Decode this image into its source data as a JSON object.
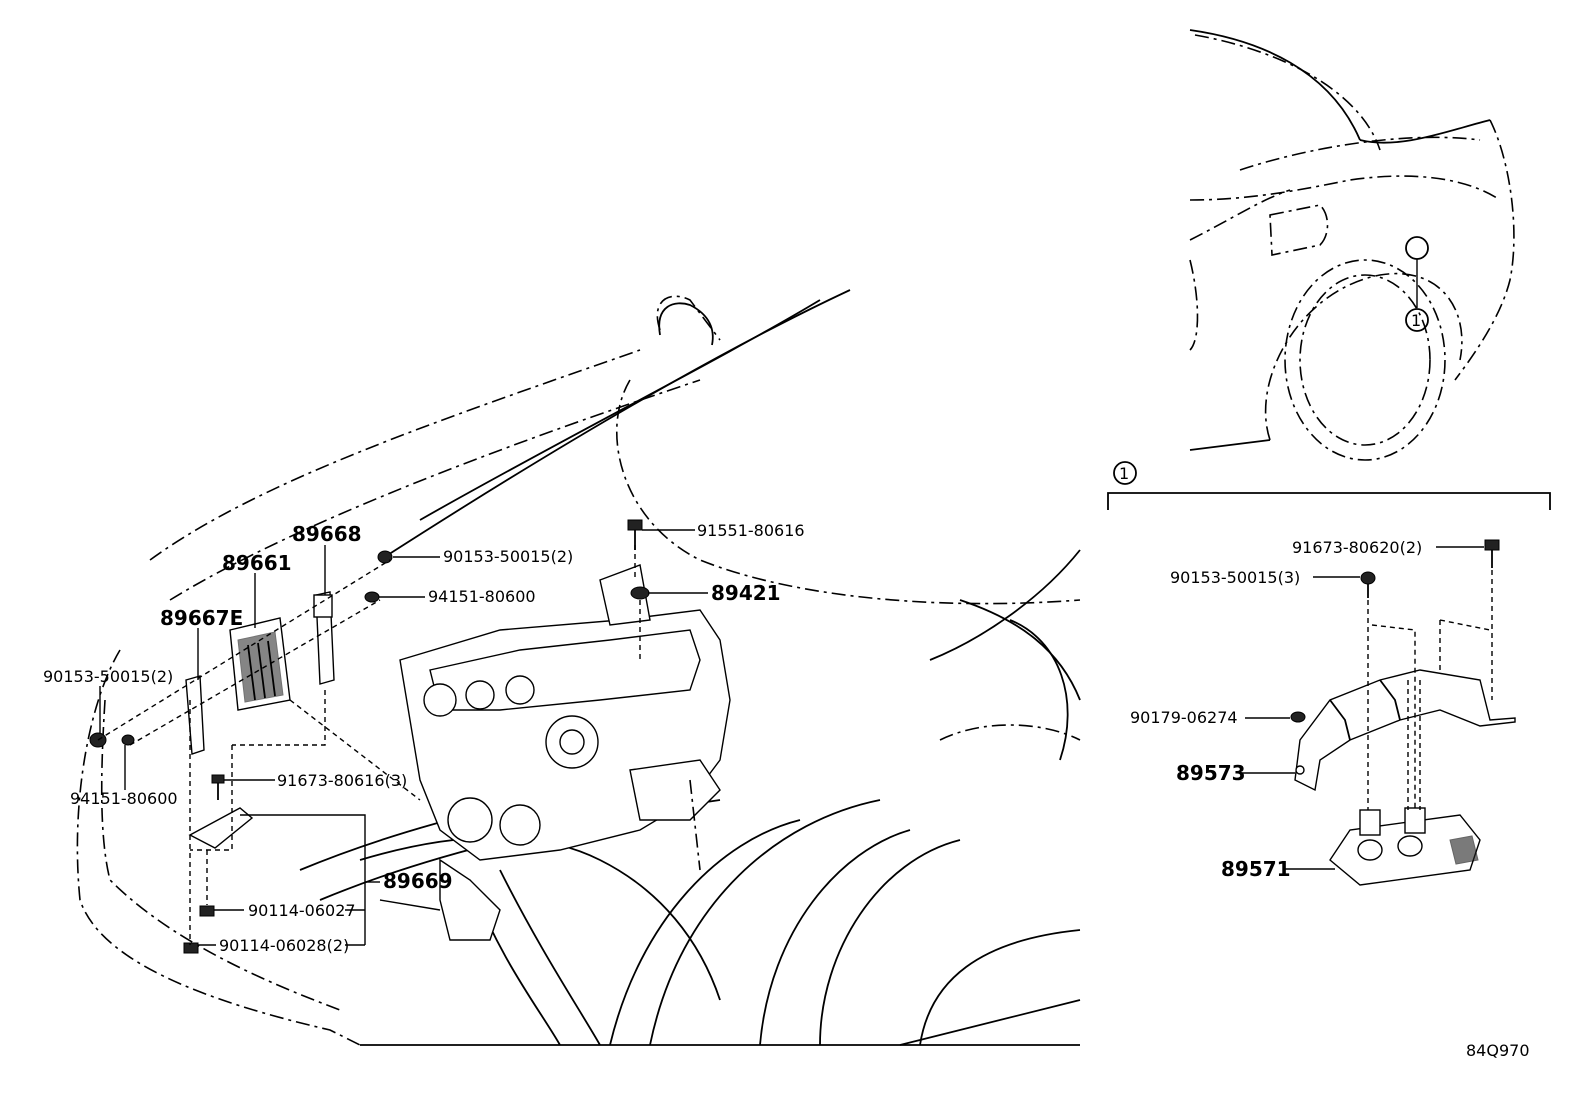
{
  "diagram": {
    "code": "84Q970",
    "callout_ref": "1",
    "labels": {
      "p91551_80616": "91551-80616",
      "p89421": "89421",
      "p90153_50015_2a": "90153-50015(2)",
      "p94151_80600_a": "94151-80600",
      "p89668": "89668",
      "p89661": "89661",
      "p89667E": "89667E",
      "p90153_50015_2b": "90153-50015(2)",
      "p94151_80600_b": "94151-80600",
      "p91673_80616_3": "91673-80616(3)",
      "p89669": "89669",
      "p90114_06027": "90114-06027",
      "p90114_06028_2": "90114-06028(2)",
      "p91673_80620_2": "91673-80620(2)",
      "p90153_50015_3": "90153-50015(3)",
      "p90179_06274": "90179-06274",
      "p89573": "89573",
      "p89571": "89571"
    }
  }
}
